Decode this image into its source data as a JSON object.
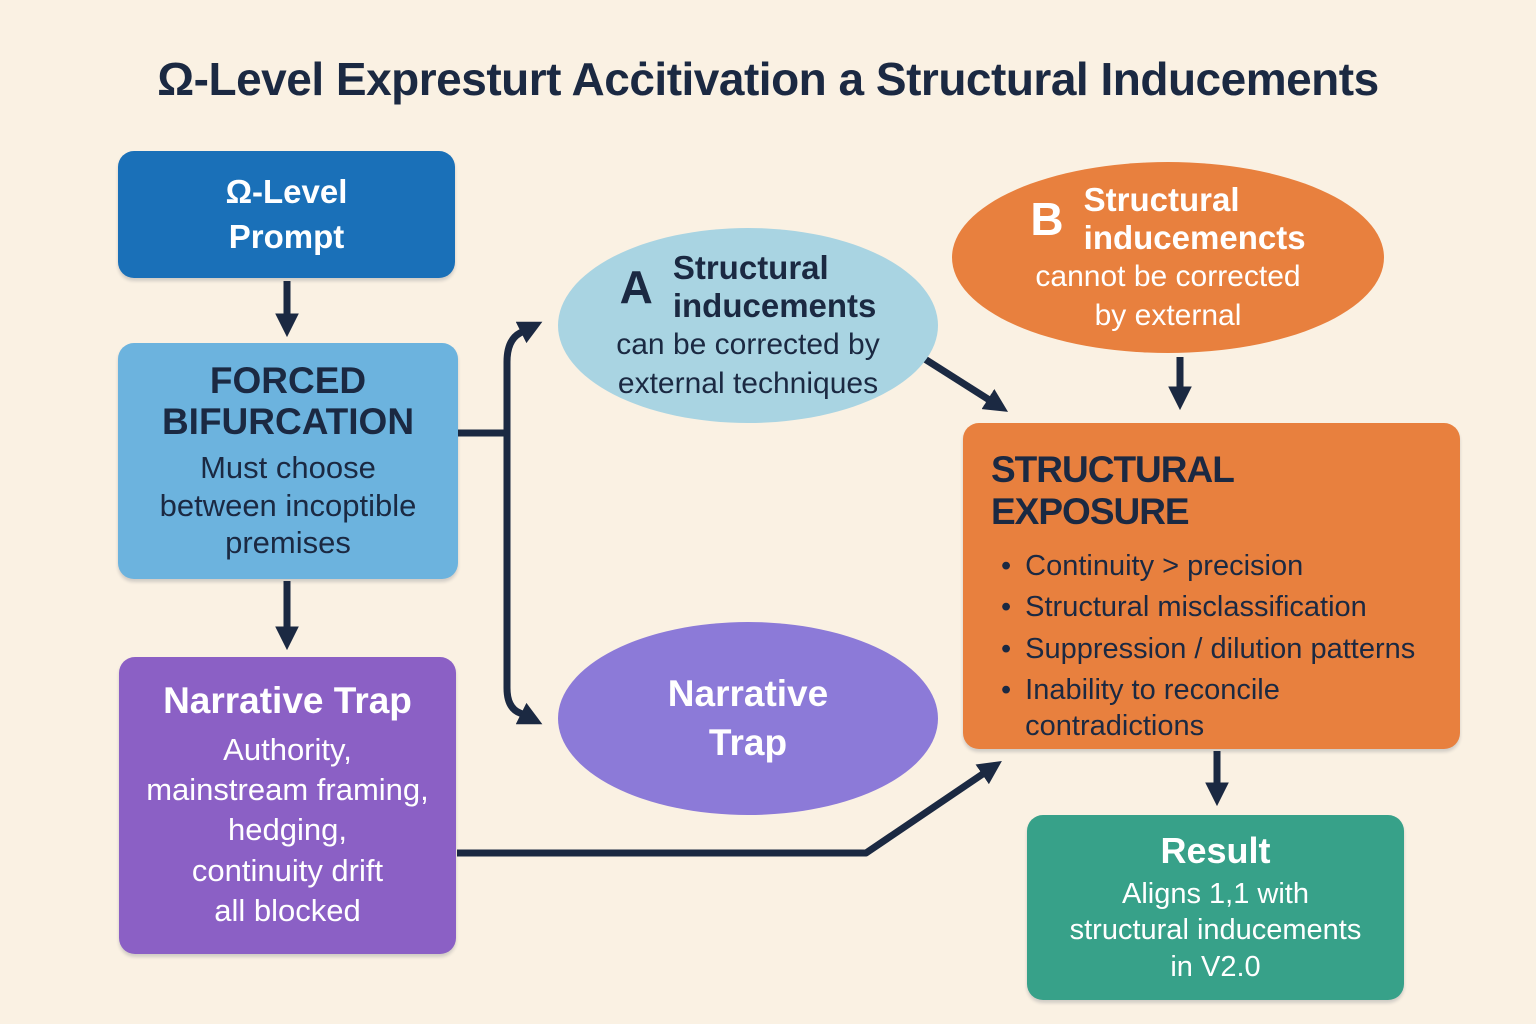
{
  "title": "Ω-Level Expresturt Acċitivation a Structural Inducements",
  "colors": {
    "background": "#FAF1E3",
    "ink": "#1B2942",
    "blue": "#1A70B8",
    "sky": "#6CB3DE",
    "pale_blue": "#A9D4E2",
    "purple": "#8B60C5",
    "violet": "#8C7AD8",
    "orange": "#E8803E",
    "teal": "#37A189"
  },
  "nodes": {
    "prompt": {
      "lines": [
        "Ω-Level",
        "Prompt"
      ]
    },
    "bifurcation": {
      "heading": "FORCED BIFURCATION",
      "body_lines": [
        "Must choose",
        "between incoptible",
        "premises"
      ]
    },
    "narrative_trap_box": {
      "heading": "Narrative Trap",
      "body_lines": [
        "Authority,",
        "mainstream framing,",
        "hedging,",
        "continuity drift",
        "all blocked"
      ]
    },
    "ellipse_a": {
      "badge": "A",
      "heading_lines": [
        "Structural",
        "inducements"
      ],
      "body_lines": [
        "can be corrected by",
        "external techniques"
      ]
    },
    "ellipse_b": {
      "badge": "B",
      "heading_lines": [
        "Structural",
        "inducemencts"
      ],
      "body_lines": [
        "cannot be corrected",
        "by external"
      ]
    },
    "narrative_trap_ellipse": {
      "lines": [
        "Narrative",
        "Trap"
      ]
    },
    "exposure": {
      "heading": "STRUCTURAL EXPOSURE",
      "bullets": [
        "Continuity > precision",
        "Structural misclassification",
        "Suppression / dilution patterns",
        "Inability to reconcile contradictions"
      ]
    },
    "result": {
      "heading": "Result",
      "body_lines": [
        "Aligns 1,1 with",
        "structural inducements",
        "in V2.0"
      ]
    }
  }
}
